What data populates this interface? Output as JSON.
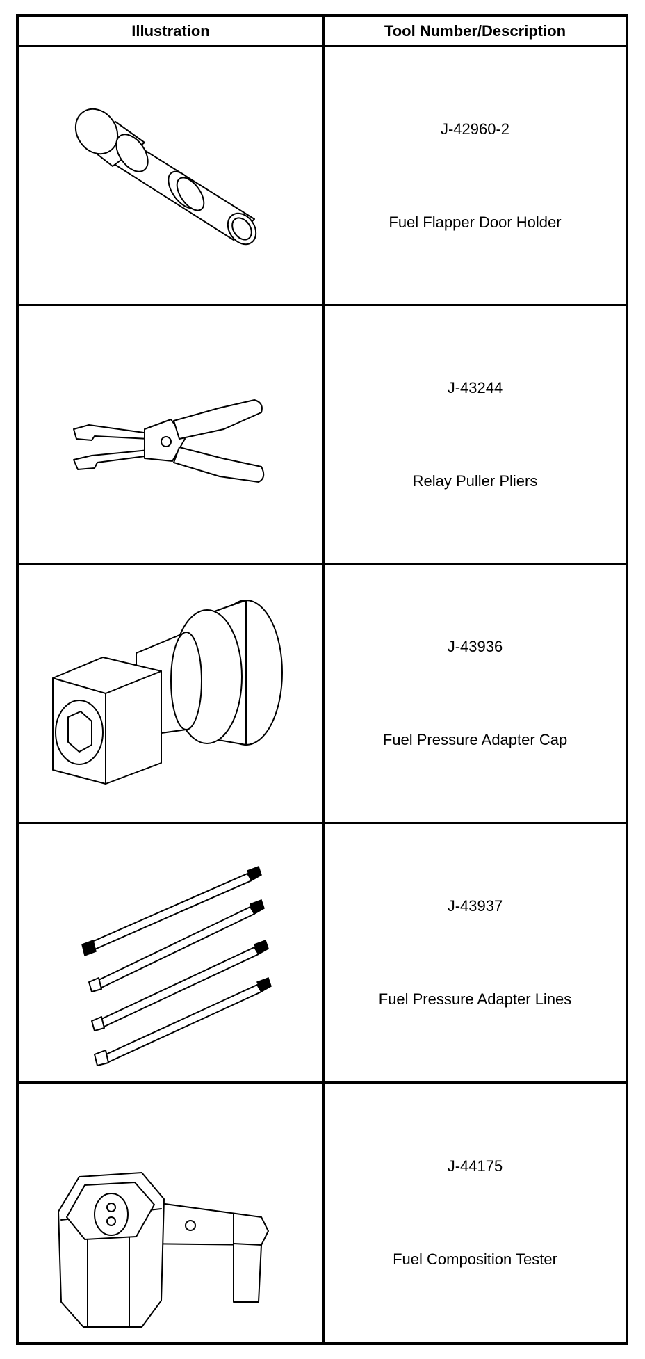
{
  "table": {
    "headers": {
      "illustration": "Illustration",
      "tool": "Tool Number/Description"
    },
    "rows": [
      {
        "tool_number": "J-42960-2",
        "description": "Fuel Flapper Door Holder",
        "icon": "flapper-door-holder-icon"
      },
      {
        "tool_number": "J-43244",
        "description": "Relay Puller Pliers",
        "icon": "relay-puller-pliers-icon"
      },
      {
        "tool_number": "J-43936",
        "description": "Fuel Pressure Adapter Cap",
        "icon": "adapter-cap-icon"
      },
      {
        "tool_number": "J-43937",
        "description": "Fuel Pressure Adapter Lines",
        "icon": "adapter-lines-icon"
      },
      {
        "tool_number": "J-44175",
        "description": "Fuel Composition Tester",
        "icon": "composition-tester-icon"
      }
    ]
  }
}
